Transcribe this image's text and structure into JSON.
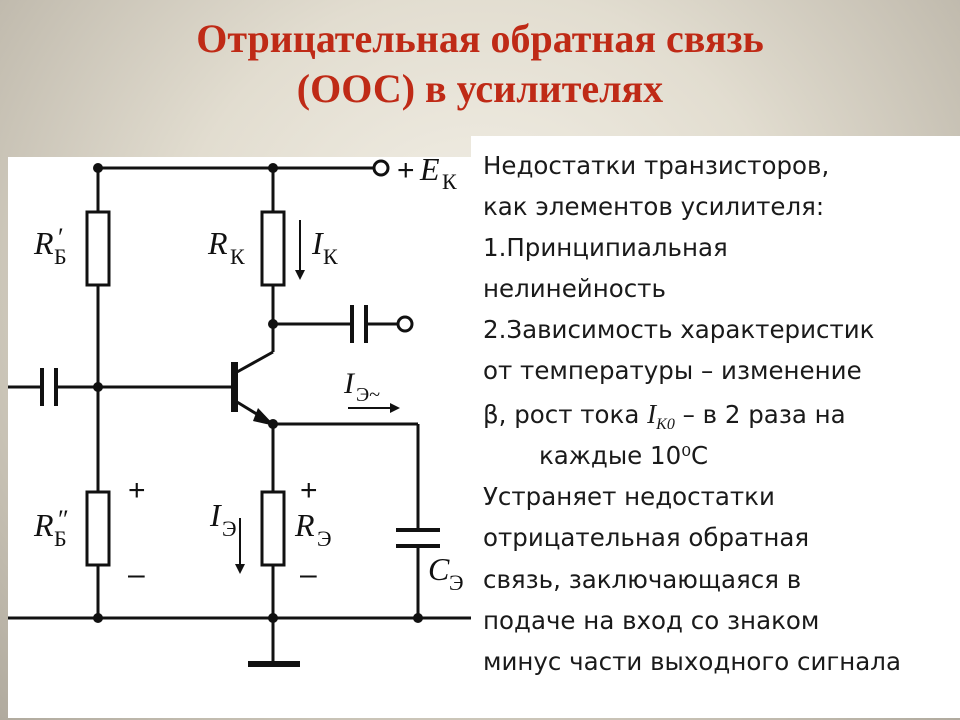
{
  "slide": {
    "title_line1": "Отрицательная обратная связь",
    "title_line2": "(ООС) в усилителях"
  },
  "circuit": {
    "supply_sign": "+",
    "supply_symbol": "E",
    "supply_sub": "К",
    "rb1_symbol": "R",
    "rb1_sub": "Б",
    "rb1_prime": "′",
    "rb2_symbol": "R",
    "rb2_sub": "Б",
    "rb2_prime": "″",
    "rk_symbol": "R",
    "rk_sub": "К",
    "ik_symbol": "I",
    "ik_sub": "К",
    "ie_ac_symbol": "I",
    "ie_ac_sub": "Э~",
    "ie_symbol": "I",
    "ie_sub": "Э",
    "re_symbol": "R",
    "re_sub": "Э",
    "ce_symbol": "C",
    "ce_sub": "Э",
    "plus_sign": "+",
    "minus_sign": "–"
  },
  "text": {
    "line1": "Недостатки транзисторов,",
    "line2": "как  элементов усилителя:",
    "line3": "1.Принципиальная",
    "line4": "нелинейность",
    "line5": "2.Зависимость характеристик",
    "line6": " от температуры – изменение",
    "line7_a": "β,  рост тока ",
    "line7_i": "I",
    "line7_sub": "K0",
    "line7_b": " – в 2 раза на",
    "line8": "каждые 10⁰С",
    "line9": "Устраняет  недостатки",
    "line10": " отрицательная  обратная",
    "line11": " связь, заключающаяся в",
    "line12": "подаче на вход со знаком",
    "line13": "минус части выходного сигнала"
  }
}
